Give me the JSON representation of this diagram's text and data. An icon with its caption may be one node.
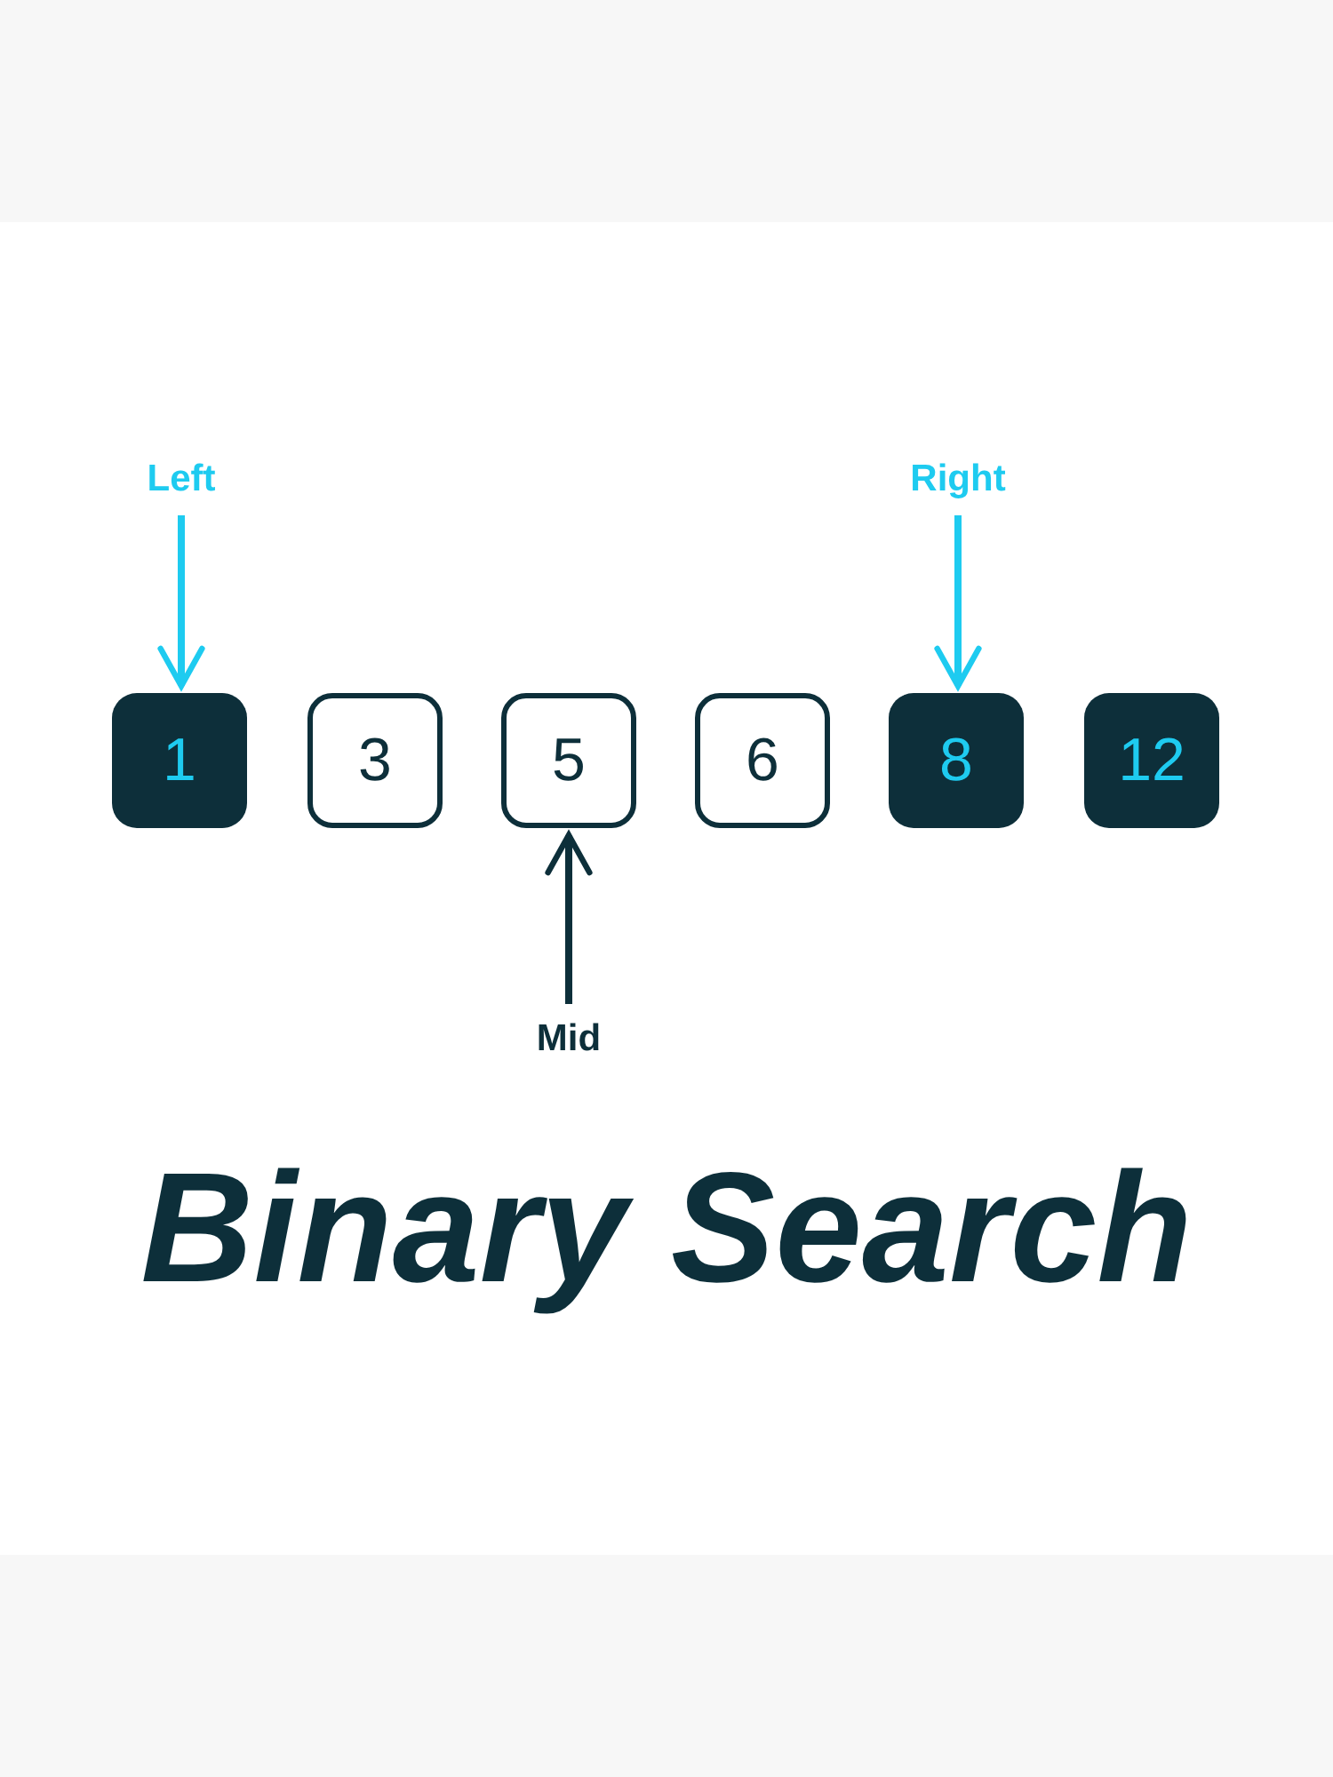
{
  "diagram": {
    "title": "Binary Search",
    "nodes": [
      {
        "text": [
          "1"
        ]
      },
      {
        "text": [
          "3"
        ]
      },
      {
        "text": [
          "5"
        ]
      },
      {
        "text": [
          "6"
        ]
      },
      {
        "text": [
          "8"
        ]
      },
      {
        "text": [
          "12"
        ]
      },
      {
        "text": [
          "Left"
        ]
      },
      {
        "text": [
          "Right"
        ]
      },
      {
        "text": [
          "Mid"
        ]
      }
    ],
    "edges": [
      {
        "from": 6,
        "to": 0,
        "arrow": "to",
        "color": "#1ecbf0"
      },
      {
        "from": 7,
        "to": 4,
        "arrow": "to",
        "color": "#1ecbf0"
      },
      {
        "from": 8,
        "to": 2,
        "arrow": "to",
        "color": "#0d2f3a"
      }
    ]
  }
}
